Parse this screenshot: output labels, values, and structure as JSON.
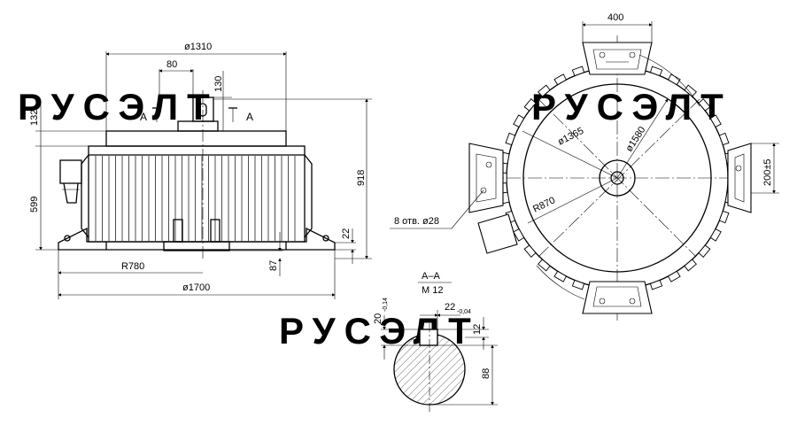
{
  "watermark": "РУСЭЛТ",
  "side_view": {
    "dim_dia_1310": "ø1310",
    "dim_80": "80",
    "dim_130": "130",
    "dim_132": "132",
    "dim_599": "599",
    "dim_918": "918",
    "dim_22": "22",
    "dim_87": "87",
    "dim_r780": "R780",
    "dim_dia_1700": "ø1700",
    "section_mark_left": "A",
    "section_mark_right": "A"
  },
  "plan_view": {
    "dim_400": "400",
    "dim_dia_1580": "ø1580",
    "dim_dia_1365": "ø1365",
    "dim_r870": "R870",
    "dim_200": "200±5",
    "holes_note": "8 отв. ø28"
  },
  "section": {
    "title": "А–А",
    "thread": "М 12",
    "dim_22": "22",
    "dim_22_tol": "-0,04",
    "dim_20": "20",
    "dim_20_tol": "-0,14",
    "dim_12": "12",
    "dim_88": "88"
  }
}
